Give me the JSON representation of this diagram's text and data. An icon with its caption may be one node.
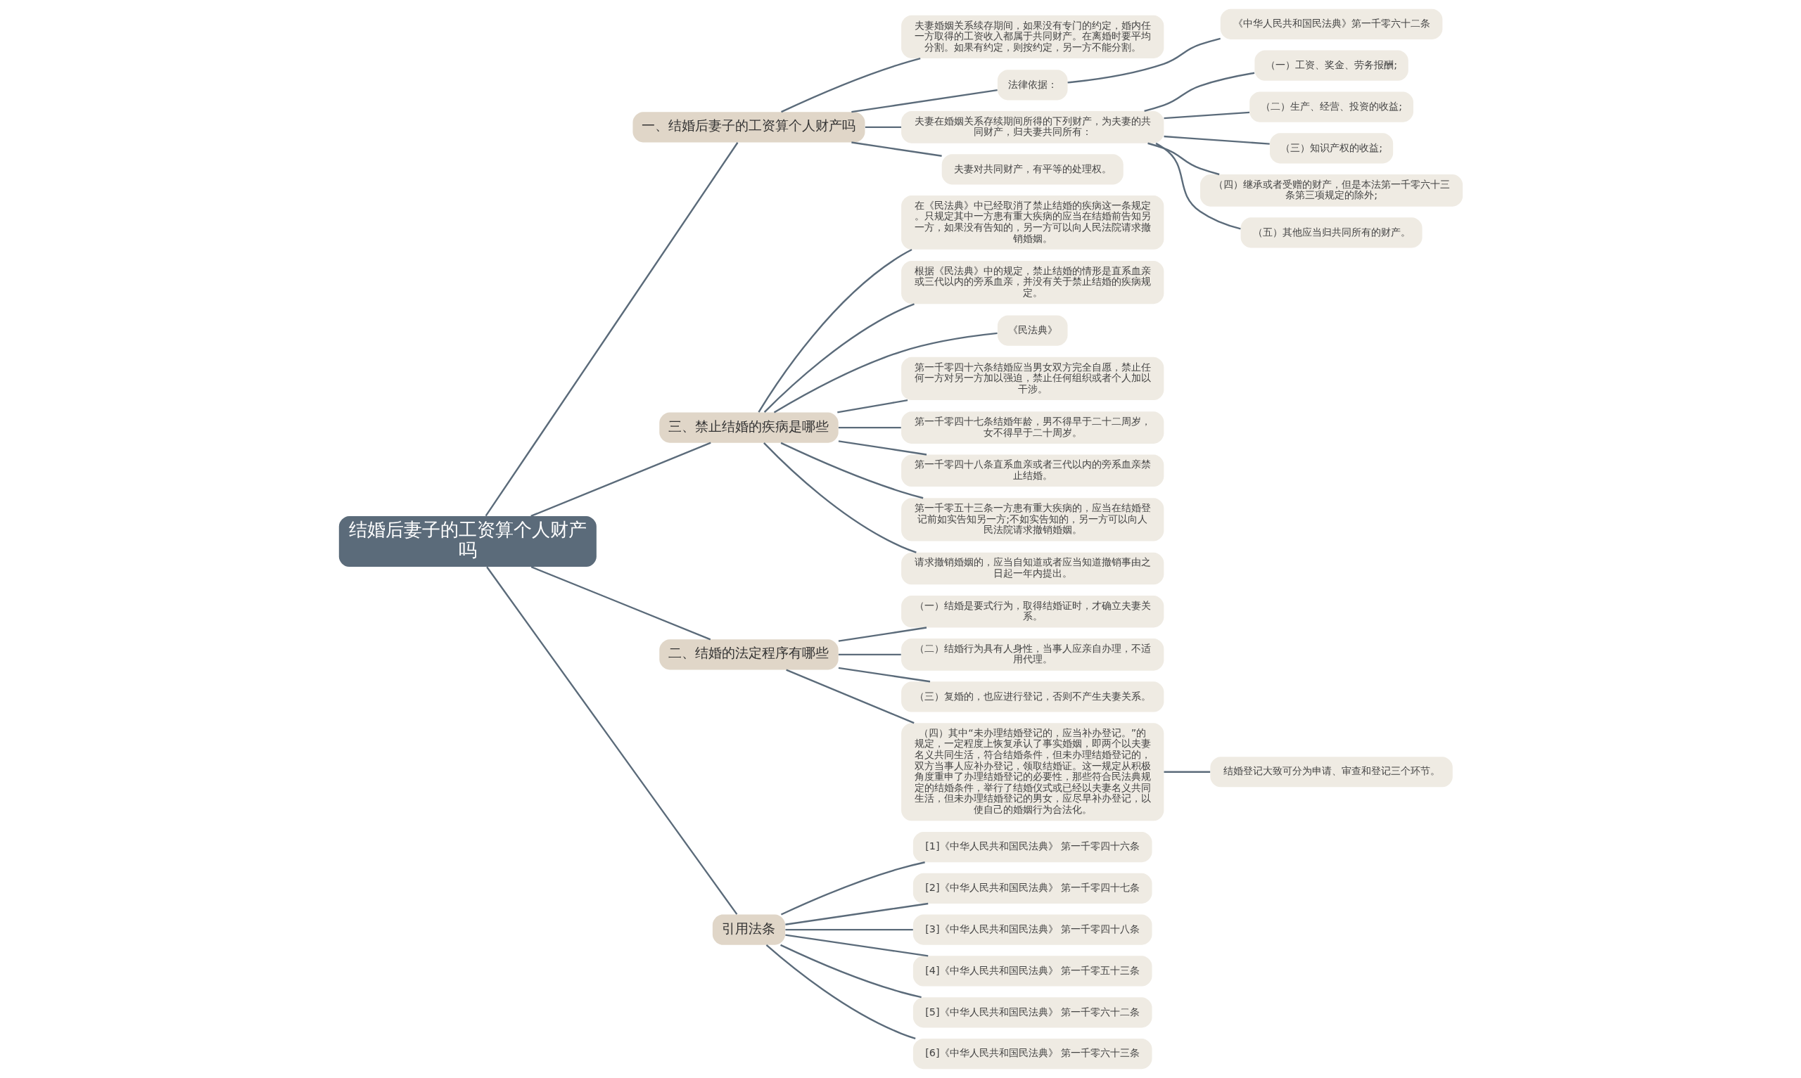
{
  "diagram": {
    "nodes": [
      {
        "text": [
          "结婚后妻子的工资算个人财产吗"
        ]
      },
      {
        "text": [
          "一、结婚后妻子的工资算个人财产吗"
        ]
      },
      {
        "text": [
          "夫妻婚姻关系续存期间，如果没有专门的约定，婚内任一方取得的工资收入都属于共同财产。在离婚时要平均分割。如果有约定，则按约定，另一方不能分割。"
        ]
      },
      {
        "text": [
          "法律依据："
        ]
      },
      {
        "text": [
          "《中华人民共和国民法典》第一千零六十二条"
        ]
      },
      {
        "text": [
          "夫妻在婚姻关系存续期间所得的下列财产，为夫妻的共同财产，归夫妻共同所有："
        ]
      },
      {
        "text": [
          "（一）工资、奖金、劳务报酬;"
        ]
      },
      {
        "text": [
          "（二）生产、经营、投资的收益;"
        ]
      },
      {
        "text": [
          "（三）知识产权的收益;"
        ]
      },
      {
        "text": [
          "（四）继承或者受赠的财产，但是本法第一千零六十三条第三项规定的除外;"
        ]
      },
      {
        "text": [
          "（五）其他应当归共同所有的财产。"
        ]
      },
      {
        "text": [
          "夫妻对共同财产，有平等的处理权。"
        ]
      },
      {
        "text": [
          "三、禁止结婚的疾病是哪些"
        ]
      },
      {
        "text": [
          "在《民法典》中已经取消了禁止结婚的疾病这一条规定。只规定其中一方患有重大疾病的应当在结婚前告知另一方，如果没有告知的，另一方可以向人民法院请求撤销婚姻。"
        ]
      },
      {
        "text": [
          "根据《民法典》中的规定，禁止结婚的情形是直系血亲或三代以内的旁系血亲，并没有关于禁止结婚的疾病规定。"
        ]
      },
      {
        "text": [
          "《民法典》"
        ]
      },
      {
        "text": [
          "第一千零四十六条结婚应当男女双方完全自愿，禁止任何一方对另一方加以强迫，禁止任何组织或者个人加以干涉。"
        ]
      },
      {
        "text": [
          "第一千零四十七条结婚年龄，男不得早于二十二周岁，女不得早于二十周岁。"
        ]
      },
      {
        "text": [
          "第一千零四十八条直系血亲或者三代以内的旁系血亲禁止结婚。"
        ]
      },
      {
        "text": [
          "第一千零五十三条一方患有重大疾病的，应当在结婚登记前如实告知另一方;不如实告知的，另一方可以向人民法院请求撤销婚姻。"
        ]
      },
      {
        "text": [
          "请求撤销婚姻的，应当自知道或者应当知道撤销事由之日起一年内提出。"
        ]
      },
      {
        "text": [
          "二、结婚的法定程序有哪些"
        ]
      },
      {
        "text": [
          "（一）结婚是要式行为，取得结婚证时，才确立夫妻关系。"
        ]
      },
      {
        "text": [
          "（二）结婚行为具有人身性，当事人应亲自办理，不适用代理。"
        ]
      },
      {
        "text": [
          "（三）复婚的，也应进行登记，否则不产生夫妻关系。"
        ]
      },
      {
        "text": [
          "（四）其中“未办理结婚登记的，应当补办登记。”的规定，一定程度上恢复承认了事实婚姻，即两个以夫妻名义共同生活，符合结婚条件，但未办理结婚登记的，双方当事人应补办登记，领取结婚证。这一规定从积极角度重申了办理结婚登记的必要性，那些符合民法典规定的结婚条件，举行了结婚仪式或已经以夫妻名义共同生活，但未办理结婚登记的男女，应尽早补办登记，以使自己的婚姻行为合法化。"
        ]
      },
      {
        "text": [
          "结婚登记大致可分为申请、审查和登记三个环节。"
        ]
      },
      {
        "text": [
          "引用法条"
        ]
      },
      {
        "text": [
          "[1]《中华人民共和国民法典》 第一千零四十六条"
        ]
      },
      {
        "text": [
          "[2]《中华人民共和国民法典》 第一千零四十七条"
        ]
      },
      {
        "text": [
          "[3]《中华人民共和国民法典》 第一千零四十八条"
        ]
      },
      {
        "text": [
          "[4]《中华人民共和国民法典》 第一千零五十三条"
        ]
      },
      {
        "text": [
          "[5]《中华人民共和国民法典》 第一千零六十二条"
        ]
      },
      {
        "text": [
          "[6]《中华人民共和国民法典》 第一千零六十三条"
        ]
      }
    ],
    "edges": [
      {
        "from": 0,
        "to": 1,
        "arrow": "none"
      },
      {
        "from": 1,
        "to": 2,
        "arrow": "none"
      },
      {
        "from": 1,
        "to": 3,
        "arrow": "none"
      },
      {
        "from": 3,
        "to": 4,
        "arrow": "none"
      },
      {
        "from": 1,
        "to": 5,
        "arrow": "none"
      },
      {
        "from": 5,
        "to": 6,
        "arrow": "none"
      },
      {
        "from": 5,
        "to": 7,
        "arrow": "none"
      },
      {
        "from": 5,
        "to": 8,
        "arrow": "none"
      },
      {
        "from": 5,
        "to": 9,
        "arrow": "none"
      },
      {
        "from": 5,
        "to": 10,
        "arrow": "none"
      },
      {
        "from": 1,
        "to": 11,
        "arrow": "none"
      },
      {
        "from": 0,
        "to": 12,
        "arrow": "none"
      },
      {
        "from": 12,
        "to": 13,
        "arrow": "none"
      },
      {
        "from": 12,
        "to": 14,
        "arrow": "none"
      },
      {
        "from": 12,
        "to": 15,
        "arrow": "none"
      },
      {
        "from": 12,
        "to": 16,
        "arrow": "none"
      },
      {
        "from": 12,
        "to": 17,
        "arrow": "none"
      },
      {
        "from": 12,
        "to": 18,
        "arrow": "none"
      },
      {
        "from": 12,
        "to": 19,
        "arrow": "none"
      },
      {
        "from": 12,
        "to": 20,
        "arrow": "none"
      },
      {
        "from": 0,
        "to": 21,
        "arrow": "none"
      },
      {
        "from": 21,
        "to": 22,
        "arrow": "none"
      },
      {
        "from": 21,
        "to": 23,
        "arrow": "none"
      },
      {
        "from": 21,
        "to": 24,
        "arrow": "none"
      },
      {
        "from": 21,
        "to": 25,
        "arrow": "none"
      },
      {
        "from": 25,
        "to": 26,
        "arrow": "none"
      },
      {
        "from": 0,
        "to": 27,
        "arrow": "none"
      },
      {
        "from": 27,
        "to": 28,
        "arrow": "none"
      },
      {
        "from": 27,
        "to": 29,
        "arrow": "none"
      },
      {
        "from": 27,
        "to": 30,
        "arrow": "none"
      },
      {
        "from": 27,
        "to": 31,
        "arrow": "none"
      },
      {
        "from": 27,
        "to": 32,
        "arrow": "none"
      },
      {
        "from": 27,
        "to": 33,
        "arrow": "none"
      }
    ]
  }
}
